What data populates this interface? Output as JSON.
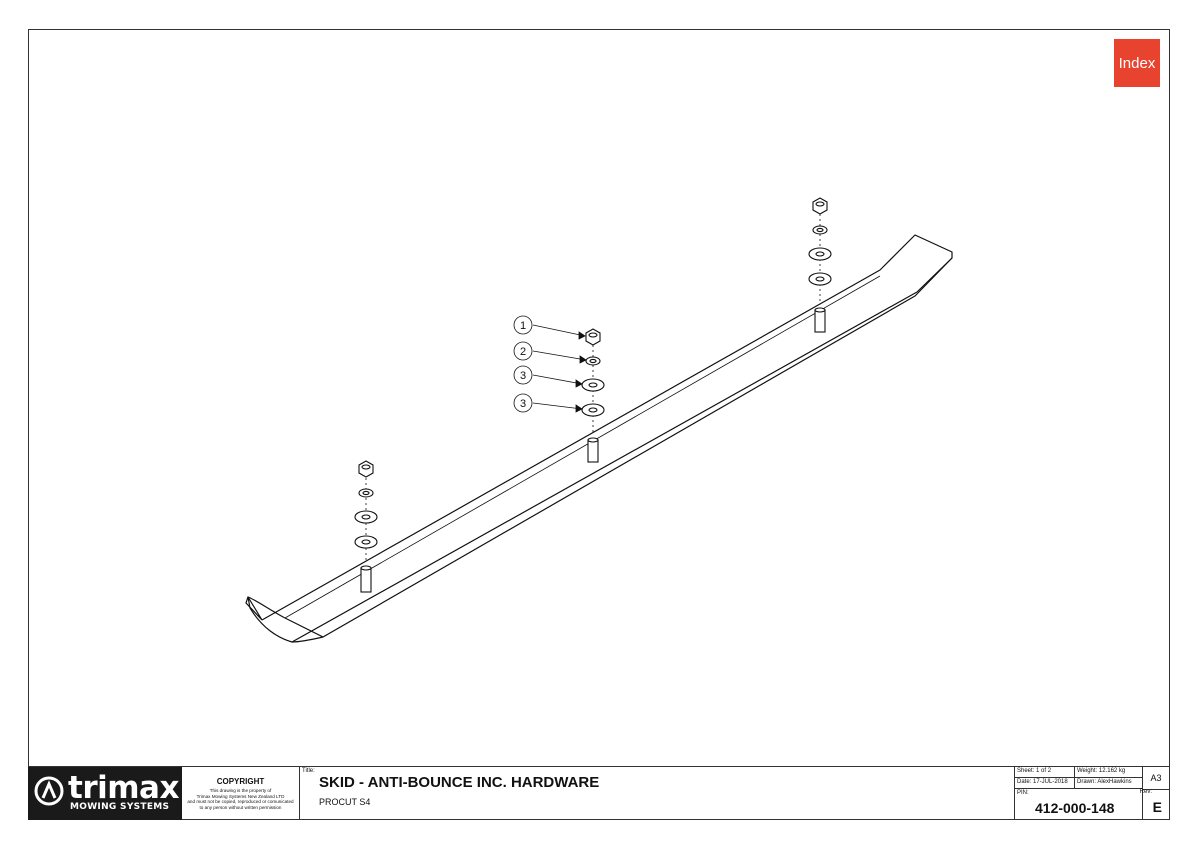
{
  "index_button": {
    "label": "Index",
    "color": "#e8432e"
  },
  "balloons": [
    {
      "number": "1",
      "part": "nut"
    },
    {
      "number": "2",
      "part": "lock-washer"
    },
    {
      "number": "3",
      "part": "flat-washer"
    },
    {
      "number": "3",
      "part": "flat-washer"
    }
  ],
  "title_block": {
    "logo": {
      "word": "trimax",
      "subtitle": "MOWING SYSTEMS"
    },
    "copyright": {
      "heading": "COPYRIGHT",
      "lines": [
        "This drawing is the property of",
        "Trimax Mowing Systems New Zealand LTD",
        "and must not be copied, reproduced or comunicated",
        "to any person without written permission"
      ]
    },
    "title_label": "Title:",
    "title": "SKID - ANTI-BOUNCE INC. HARDWARE",
    "subtitle": "PROCUT S4",
    "sheet": "Sheet: 1 of 2",
    "weight": "Weight: 12.162 kg",
    "date": "Date: 17-JUL-2018",
    "drawn": "Drawn: AlexHawkins",
    "pin_label": "PIN:",
    "pin": "412-000-148",
    "size": "A3",
    "rev_label": "Rev:",
    "rev": "E"
  }
}
